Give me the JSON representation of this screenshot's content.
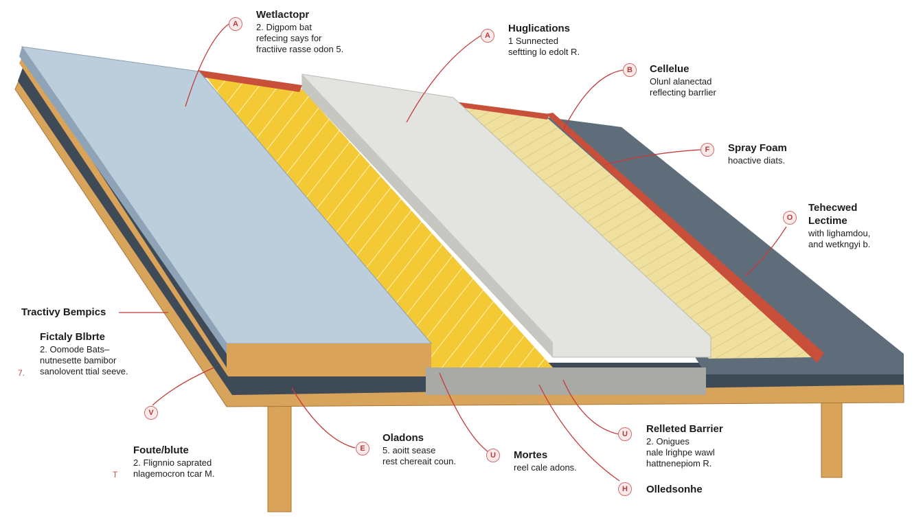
{
  "callouts": [
    {
      "id": "wetlactopr",
      "marker": "A",
      "title": "Wetlactopr",
      "lines": [
        "2.  Digpom bat",
        "refecing says for",
        "fractiive rasse odon 5."
      ]
    },
    {
      "id": "huglications",
      "marker": "A",
      "title": "Huglications",
      "lines": [
        "1 Sunnected",
        "seftting lo edolt R."
      ]
    },
    {
      "id": "cellelue",
      "marker": "B",
      "title": "Cellelue",
      "lines": [
        "Olunl alanectad",
        "reflecting barrlier"
      ]
    },
    {
      "id": "spray-foam",
      "marker": "F",
      "title": "Spray Foam",
      "lines": [
        "hoactive diats."
      ]
    },
    {
      "id": "tehecwed",
      "marker": "O",
      "title": "Tehecwed\nLectime",
      "lines": [
        "with lighamdou,",
        "and wetkngyi b."
      ]
    },
    {
      "id": "tractivy",
      "marker": "",
      "title": "Tractivy Bempics",
      "lines": []
    },
    {
      "id": "fictaly",
      "marker": "",
      "title": "Fictaly Blbrte",
      "lines": [
        "2.  Oomode Bats–",
        "nutnesette bamibor",
        "sanolovent ttial seeve."
      ]
    },
    {
      "id": "foute",
      "marker": "V",
      "title": "Foute/blute",
      "lines": [
        "2.  Flignnio saprated",
        "nlagemocron tcar M."
      ]
    },
    {
      "id": "oladons",
      "marker": "E",
      "title": "Oladons",
      "lines": [
        "5.  aoitt sease",
        "rest chereait coun."
      ]
    },
    {
      "id": "mortes",
      "marker": "U",
      "title": "Mortes",
      "lines": [
        "reel cale adons."
      ]
    },
    {
      "id": "relleted",
      "marker": "U",
      "title": "Relleted Barrier",
      "lines": [
        "2.  Onigues",
        "nale lrighpe wawl",
        "hattnenepiom R."
      ]
    },
    {
      "id": "olledsonhe",
      "marker": "H",
      "title": "Olledsonhe",
      "lines": []
    }
  ],
  "side_marks": [
    "7.",
    "T"
  ],
  "colors": {
    "accent_marker": "#d26a6a",
    "leader_line": "#c63a3a",
    "wood": "#d9a35a",
    "blue_board": "#bccddc",
    "yellow_batt": "#f2c83a",
    "white_board": "#e2e2df",
    "spray_foam": "#efe2a0",
    "slate": "#5e6b78",
    "flashing": "#c8503a"
  }
}
